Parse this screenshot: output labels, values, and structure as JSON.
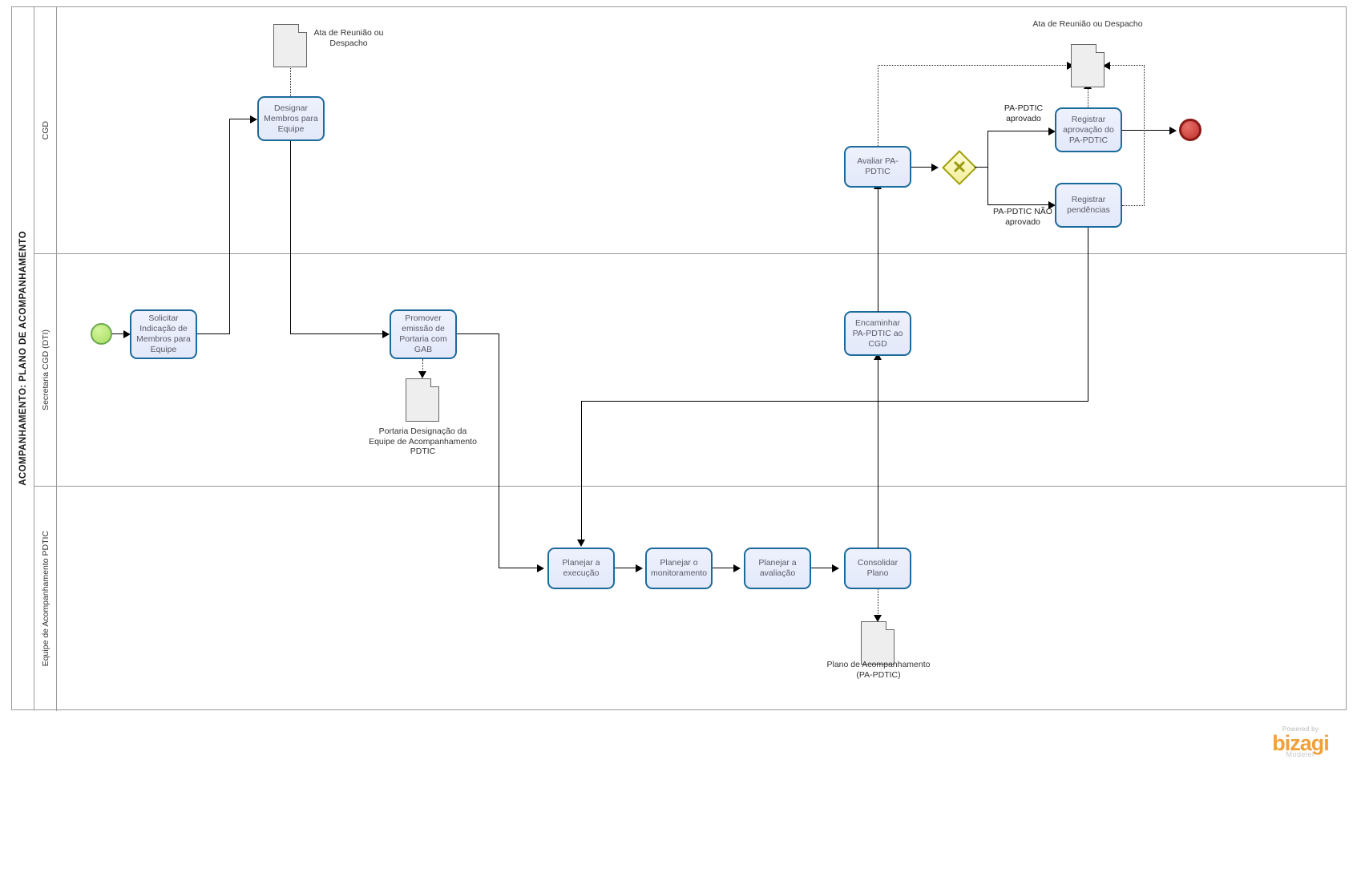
{
  "diagram": {
    "type": "bpmn",
    "pool_title": "ACOMPANHAMENTO: PLANO DE ACOMPANHAMENTO",
    "lanes": [
      {
        "id": "cgd",
        "label": "CGD"
      },
      {
        "id": "secretaria",
        "label": "Secretaria CGD (DTI)"
      },
      {
        "id": "equipe",
        "label": "Equipe de Acompanhamento PDTIC"
      }
    ]
  },
  "events": {
    "start": {
      "name": "start-event",
      "label": ""
    },
    "end": {
      "name": "end-event",
      "label": ""
    }
  },
  "tasks": [
    {
      "id": "t1",
      "lane": "secretaria",
      "label": "Solicitar Indicação de Membros para Equipe"
    },
    {
      "id": "t2",
      "lane": "cgd",
      "label": "Designar Membros para Equipe"
    },
    {
      "id": "t3",
      "lane": "secretaria",
      "label": "Promover emissão de Portaria com GAB"
    },
    {
      "id": "t4",
      "lane": "equipe",
      "label": "Planejar a execução"
    },
    {
      "id": "t5",
      "lane": "equipe",
      "label": "Planejar o monitoramento"
    },
    {
      "id": "t6",
      "lane": "equipe",
      "label": "Planejar a avaliação"
    },
    {
      "id": "t7",
      "lane": "equipe",
      "label": "Consolidar Plano"
    },
    {
      "id": "t8",
      "lane": "secretaria",
      "label": "Encaminhar PA-PDTIC ao CGD"
    },
    {
      "id": "t9",
      "lane": "cgd",
      "label": "Avaliar PA-PDTIC"
    },
    {
      "id": "t10",
      "lane": "cgd",
      "label": "Registrar aprovação do PA-PDTIC"
    },
    {
      "id": "t11",
      "lane": "cgd",
      "label": "Registrar pendências"
    }
  ],
  "gateway": {
    "id": "g1",
    "kind": "exclusive",
    "symbol": "✕",
    "label": ""
  },
  "documents": [
    {
      "id": "d1",
      "label": "Ata de Reunião ou Despacho"
    },
    {
      "id": "d2",
      "label": "Portaria Designação da Equipe de Acompanhamento PDTIC"
    },
    {
      "id": "d3",
      "label": "Plano de Acompanhamento (PA-PDTIC)"
    },
    {
      "id": "d4",
      "label": "Ata de Reunião ou Despacho"
    }
  ],
  "flow_labels": [
    {
      "id": "f1",
      "label": "PA-PDTIC aprovado"
    },
    {
      "id": "f2",
      "label": "PA-PDTIC NÃO aprovado"
    }
  ],
  "branding": {
    "powered": "Powered by",
    "name_part1": "bi",
    "name_part2": "z",
    "name_part3": "agi",
    "modeler": "Modeler"
  },
  "colors": {
    "task_border": "#1b6a9c",
    "task_fill": "#e8ecfb",
    "start_event": "#b7e77f",
    "end_event": "#d94c44",
    "gateway_fill": "#fbf7bf",
    "gateway_border": "#a0a008",
    "document_fill": "#eeeeee",
    "brand": "#f0a03c"
  }
}
